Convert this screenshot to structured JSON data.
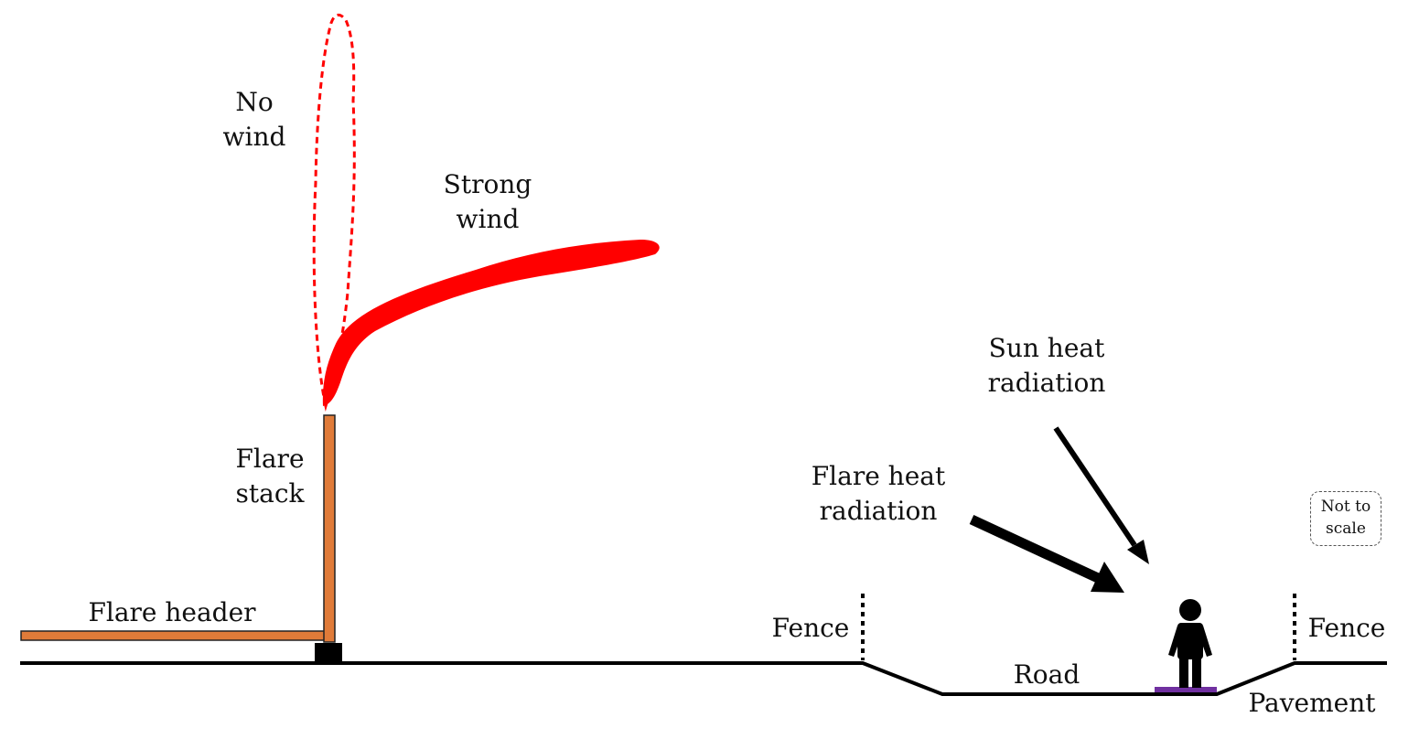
{
  "labels": {
    "no_wind": [
      "No",
      "wind"
    ],
    "strong_wind": [
      "Strong",
      "wind"
    ],
    "flare_stack": [
      "Flare",
      "stack"
    ],
    "flare_header": "Flare header",
    "sun_heat_radiation": [
      "Sun heat",
      "radiation"
    ],
    "flare_heat_radiation": [
      "Flare heat",
      "radiation"
    ],
    "fence_left": "Fence",
    "fence_right": "Fence",
    "road": "Road",
    "pavement": "Pavement",
    "scale_note": [
      "Not to",
      "scale"
    ]
  },
  "colors": {
    "flame": "#ff0000",
    "pipe": "#e07b39",
    "ground": "#000000",
    "person": "#000000",
    "standing_mat": "#7030a0"
  }
}
